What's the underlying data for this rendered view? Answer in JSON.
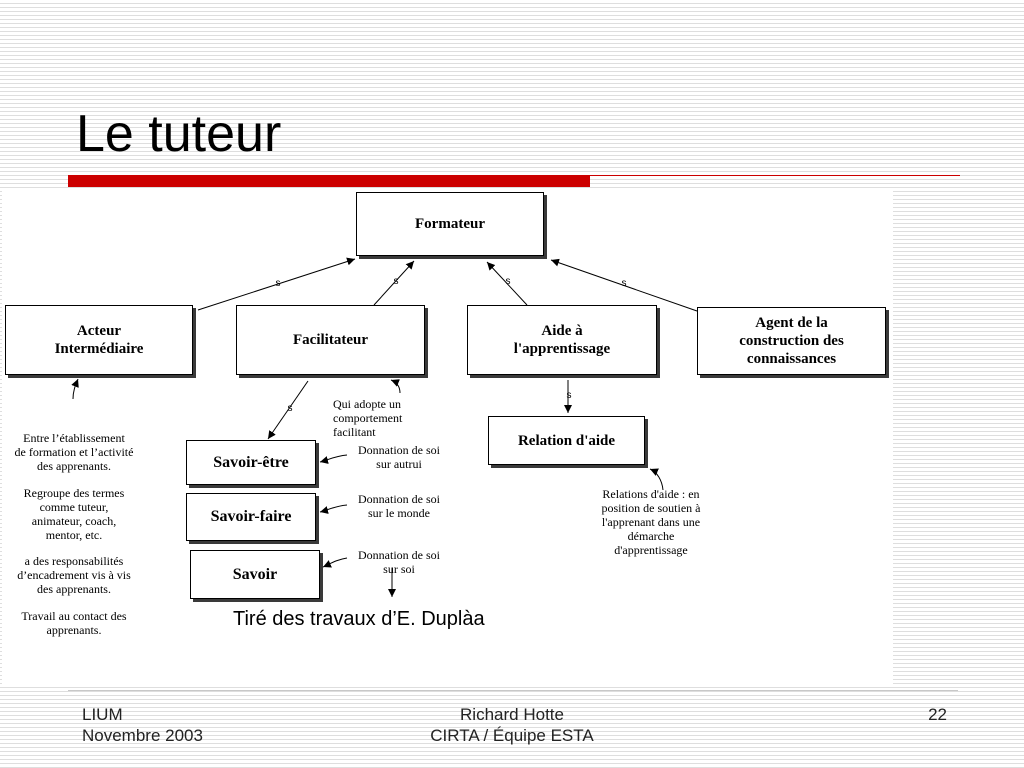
{
  "slide": {
    "title": "Le tuteur",
    "caption": "Tiré des travaux d’E. Duplàa",
    "colors": {
      "accent": "#cc0000",
      "stripe": "#dedede",
      "box_shadow": "#3a3a3a"
    }
  },
  "diagram": {
    "edge_label": "s",
    "nodes": {
      "formateur": {
        "lines": [
          "Formateur"
        ]
      },
      "acteur": {
        "lines": [
          "Acteur",
          "Intermédiaire"
        ]
      },
      "facilitateur": {
        "lines": [
          "Facilitateur"
        ]
      },
      "aide": {
        "lines": [
          "Aide à",
          "l'apprentissage"
        ]
      },
      "agent": {
        "lines": [
          "Agent de la",
          "construction des",
          "connaissances"
        ]
      },
      "relation": {
        "lines": [
          "Relation d'aide"
        ]
      },
      "savoir_etre": {
        "lines": [
          "Savoir-être"
        ]
      },
      "savoir_faire": {
        "lines": [
          "Savoir-faire"
        ]
      },
      "savoir": {
        "lines": [
          "Savoir"
        ]
      }
    },
    "notes": {
      "acteur": [
        [
          "Entre l’établissement",
          "de formation et l’activité",
          "des apprenants."
        ],
        [
          "Regroupe des termes",
          "comme tuteur,",
          "animateur, coach,",
          "mentor, etc."
        ],
        [
          "a des responsabilités",
          "d’encadrement vis à vis",
          "des apprenants."
        ],
        [
          "Travail au contact des",
          "apprenants."
        ]
      ],
      "facilitateur": [
        "Qui adopte un",
        "comportement",
        "facilitant"
      ],
      "savoir_etre": [
        "Donnation de soi",
        "sur autrui"
      ],
      "savoir_faire": [
        "Donnation de soi",
        "sur le monde"
      ],
      "savoir": [
        "Donnation de soi",
        "sur soi"
      ],
      "relation": [
        "Relations d'aide : en",
        "position de soutien à",
        "l'apprenant dans une",
        "démarche",
        "d'apprentissage"
      ]
    }
  },
  "footer": {
    "left": [
      "LIUM",
      "Novembre 2003"
    ],
    "center": [
      "Richard Hotte",
      "CIRTA / Équipe ESTA"
    ],
    "page_number": "22"
  }
}
